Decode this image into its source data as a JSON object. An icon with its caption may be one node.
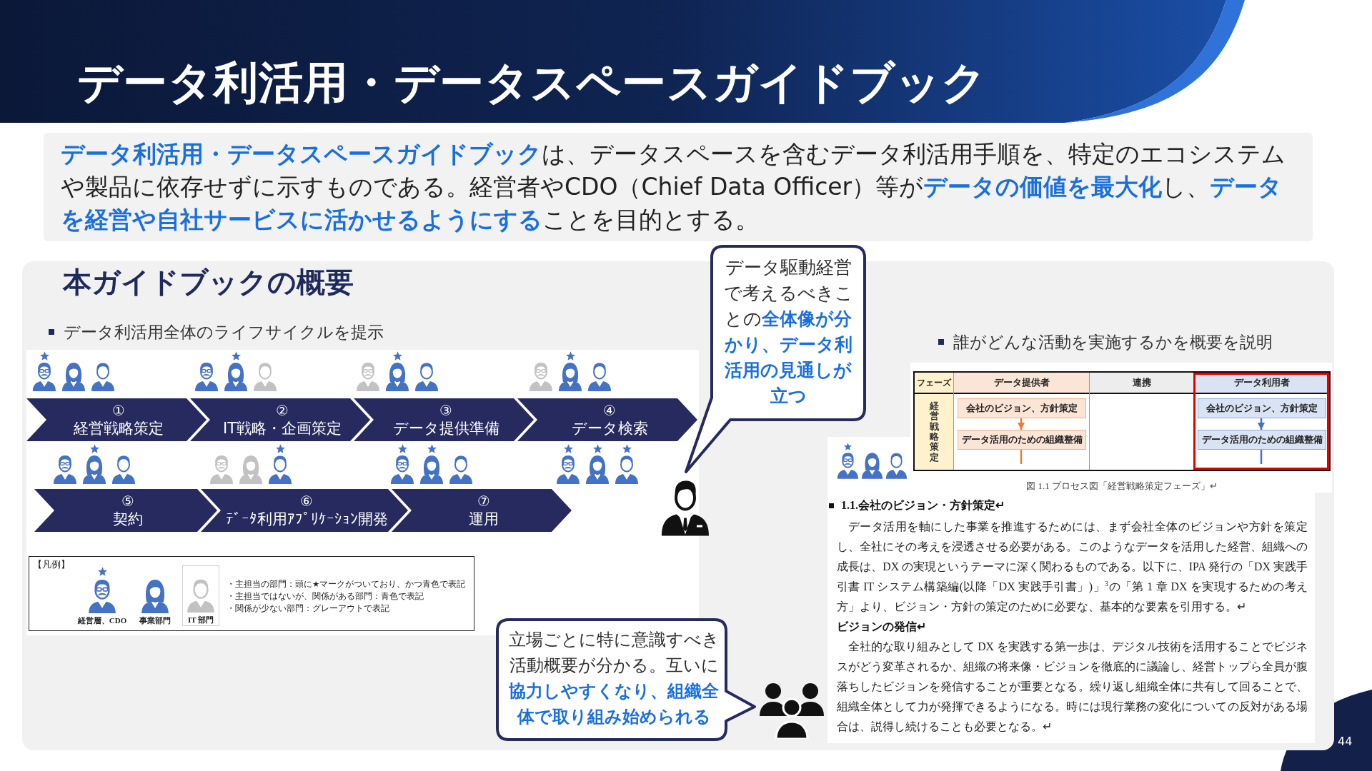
{
  "diagram": {
    "title": "データ利活用・データスペースガイドブック",
    "nodes": [
      {
        "text": [
          "**データ利活用・データスペースガイドブック**は、データスペースを含むデータ利活用手順を、特定のエコシステムや製品に依存せずに示すものである。経営者やCDO（Chief Data Officer）等が**データの価値を最大化**し、**データを経営や自社サービスに活かせるようにする**ことを目的とする。"
        ]
      },
      {
        "text": [
          "本ガイドブックの概要"
        ]
      },
      {
        "text": [
          "①",
          "経営戦略策定"
        ],
        "in": 1
      },
      {
        "text": [
          "②",
          "IT戦略・企画策定"
        ],
        "in": 1
      },
      {
        "text": [
          "③",
          "データ提供準備"
        ],
        "in": 1
      },
      {
        "text": [
          "④",
          "データ検索"
        ],
        "in": 1
      },
      {
        "text": [
          "⑤",
          "契約"
        ],
        "in": 1
      },
      {
        "text": [
          "⑥",
          "ﾃﾞｰﾀ利用ｱﾌﾟﾘｹｰｼｮﾝ開発"
        ],
        "in": 1
      },
      {
        "text": [
          "⑦",
          "運用"
        ],
        "in": 1
      },
      {
        "text": [
          "データ駆動経営で考えるべきことの**全体像が分かり、データ利活用の見通しが立つ**"
        ]
      },
      {
        "text": [
          "立場ごとに特に意識すべき活動概要が分かる。互いに**協力しやすくなり、組織全体で取り組み始められる**"
        ],
        "in": 1
      },
      {
        "text": [
          "データ提供者"
        ],
        "in": 1
      },
      {
        "text": [
          "会社のビジョン、方針策定"
        ],
        "in": 11
      },
      {
        "text": [
          "データ活用のための組織整備"
        ],
        "in": 11
      },
      {
        "text": [
          "連携"
        ],
        "in": 1
      },
      {
        "text": [
          "データ利用者"
        ],
        "in": 1
      },
      {
        "text": [
          "会社のビジョン、方針策定"
        ],
        "in": 15
      },
      {
        "text": [
          "データ活用のための組織整備"
        ],
        "in": 15
      }
    ],
    "edges": [
      {
        "from": 12,
        "to": 13,
        "arrow": "to",
        "color": "#ed7d31"
      },
      {
        "from": 13,
        "to": null,
        "arrow": "none",
        "color": "#ed7d31"
      },
      {
        "from": 16,
        "to": 17,
        "arrow": "to",
        "color": "#4472c4"
      },
      {
        "from": 17,
        "to": null,
        "arrow": "none",
        "color": "#4472c4"
      }
    ],
    "labels": [
      "データ利活用全体のライフサイクルを提示",
      "【凡例】",
      "・主担当の部門：頭に★マークがついており、かつ青色で表記",
      "・主担当ではないが、関係がある部門：青色で表記",
      "・関係が少ない部門：グレーアウトで表記",
      "誰がどんな活動を実施するかを概要を説明",
      "フェーズ",
      "経営戦略策定",
      "図 1.1 プロセス図「経営戦略策定フェーズ」↵",
      "1.1.会社のビジョン・方針策定↵",
      "データ活用を軸にした事業を推進するためには、まず会社全体のビジョンや方針を策定し、全社にその考えを浸透させる必要がある。このようなデータを活用した経営、組織への成長は、DX の実現というテーマに深く関わるものである。以下に、IPA 発行の「DX 実践手引書 IT システム構築編(以降「DX 実践手引書」)」$^{3}$の「第 1 章 DX を実現するための考え方」より、ビジョン・方針の策定のために必要な、基本的な要素を引用する。↵",
      "ビジョンの発信↵",
      "全社的な取り組みとして DX を実践する第一歩は、デジタル技術を活用することでビジネスがどう変革されるか、組織の将来像・ビジョンを徹底的に議論し、経営トップら全員が腹落ちしたビジョンを発信することが重要となる。繰り返し組織全体に共有して回ることで、組織全体として力が発揮できるようになる。時には現行業務の変化についての反対がある場合は、説得し続けることも必要となる。↵",
      "44"
    ],
    "legend": [
      {
        "text": "経営層、CDO"
      },
      {
        "text": "事業部門"
      },
      {
        "text": "IT 部門"
      }
    ]
  }
}
